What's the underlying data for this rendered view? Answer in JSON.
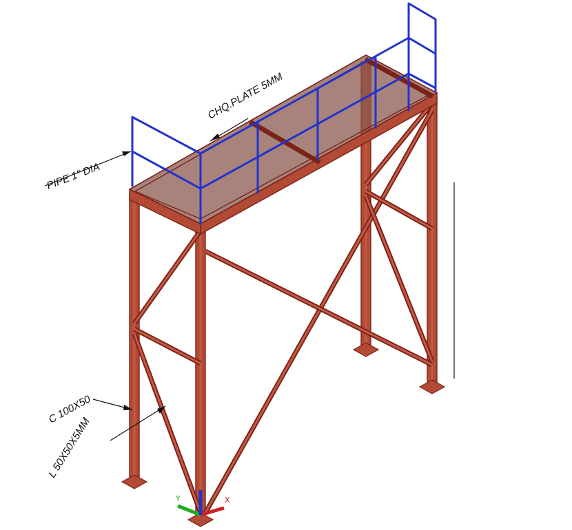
{
  "labels": {
    "chq_plate": "CHQ.PLATE 5MM",
    "pipe": "PIPE 1\" DIA",
    "channel": "C 100X50",
    "angle": "L 50X50X5MM"
  },
  "ucs": {
    "x": "X",
    "y": "Y"
  },
  "colors": {
    "steel": "#7a2418",
    "steel_fill": "#b24a35",
    "railing": "#2233cc",
    "plate": "#8a5a50",
    "ucs_x": "#cc2222",
    "ucs_y": "#22aa22",
    "ucs_z": "#2233cc"
  }
}
